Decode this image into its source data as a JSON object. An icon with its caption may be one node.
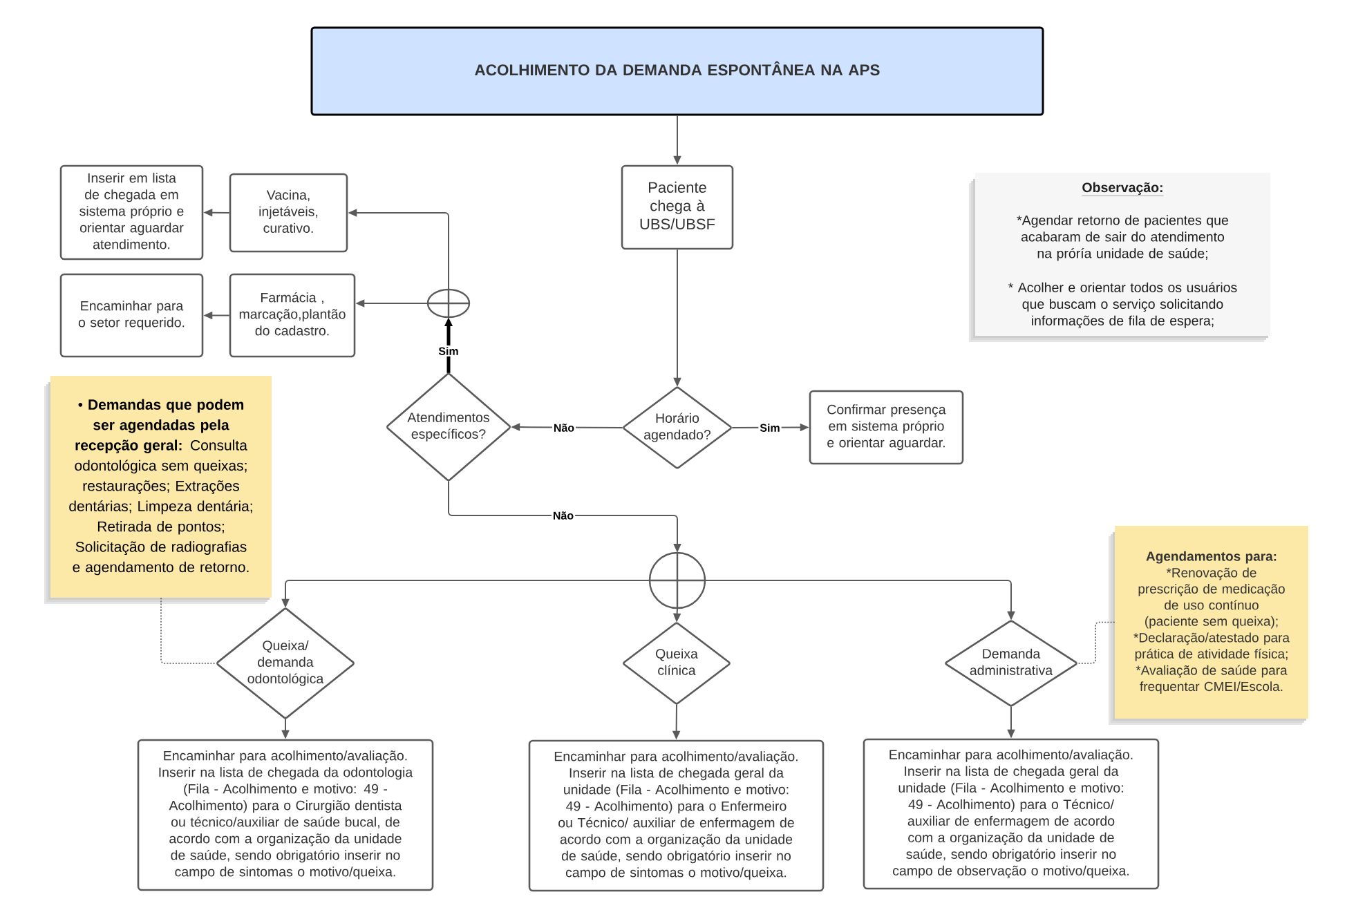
{
  "diagram": {
    "nodes": [
      {
        "text": [
          "ACOLHIMENTO DA DEMANDA ESPONTÂNEA NA APS"
        ]
      },
      {
        "text": [
          "Inserir em lista de chegada em sistema próprio e orientar aguardar atendimento."
        ]
      },
      {
        "text": [
          "Vacina, injetáveis, curativo."
        ]
      },
      {
        "text": [
          "Paciente chega à UBS/UBSF"
        ]
      },
      {
        "text": [
          "Observação:",
          "*Agendar retorno de pacientes que acabaram de sair do atendimento na próría unidade de saúde;",
          "* Acolher e orientar todos os usuários que buscam o serviço solicitando informações de fila de espera;"
        ]
      },
      {
        "text": [
          "Encaminhar para o setor requerido."
        ]
      },
      {
        "text": [
          "Farmácia , marcação,plantão do cadastro."
        ]
      },
      {
        "text": [],
        "shape": "circle"
      },
      {
        "text": [
          "• **Demandas que podem ser agendadas pela recepção geral:** Consulta odontológica sem queixas; restaurações; Extrações dentárias; Limpeza dentária; Retirada de pontos; Solicitação de radiografias e agendamento de retorno."
        ]
      },
      {
        "text": [
          "Atendimentos específicos?"
        ]
      },
      {
        "text": [
          "Horário agendado?"
        ]
      },
      {
        "text": [
          "Confirmar presença em sistema próprio e orientar aguardar."
        ]
      },
      {
        "text": [],
        "shape": "circle"
      },
      {
        "text": [
          "Agendamentos para:",
          "*Renovação de prescrição de medicação de uso contínuo (paciente sem queixa);",
          "*Declaração/atestado para prática de atividade física;",
          "*Avaliação de saúde para frequentar CMEI/Escola."
        ]
      },
      {
        "text": [
          "Queixa/ demanda odontológica"
        ]
      },
      {
        "text": [
          "Queixa clínica"
        ]
      },
      {
        "text": [
          "Demanda administrativa"
        ]
      },
      {
        "text": [
          "Encaminhar para acolhimento/avaliação. Inserir na lista de chegada da odontologia (Fila - Acolhimento e motivo: 49 - Acolhimento) para o Cirurgião dentista ou técnico/auxiliar de saúde bucal, de acordo com a organização da unidade de saúde, sendo obrigatório inserir no campo de sintomas o motivo/queixa."
        ]
      },
      {
        "text": [
          "Encaminhar para acolhimento/avaliação. Inserir na lista de chegada geral da unidade (Fila - Acolhimento e motivo: 49 - Acolhimento) para o Enfermeiro ou Técnico/ auxiliar de enfermagem de acordo com a organização da unidade de saúde, sendo obrigatório inserir no campo de sintomas o motivo/queixa."
        ]
      },
      {
        "text": [
          "Encaminhar para acolhimento/avaliação. Inserir na lista de chegada geral da unidade (Fila - Acolhimento e motivo: 49 - Acolhimento) para o Técnico/ auxiliar de enfermagem de acordo com a organização da unidade de saúde, sendo obrigatório inserir no campo de observação o motivo/queixa."
        ]
      }
    ],
    "edges": [
      {
        "from": 0,
        "to": 3,
        "arrow": "to"
      },
      {
        "from": 3,
        "to": 10,
        "arrow": "to"
      },
      {
        "from": 10,
        "to": 11,
        "arrow": "to",
        "label": "Sim"
      },
      {
        "from": 10,
        "to": 9,
        "arrow": "to",
        "label": "Não"
      },
      {
        "from": 9,
        "to": 7,
        "arrow": "to",
        "label": "Sim",
        "style": "thick",
        "color": "#000000"
      },
      {
        "from": 7,
        "to": 2,
        "arrow": "to"
      },
      {
        "from": 7,
        "to": 6,
        "arrow": "to"
      },
      {
        "from": 2,
        "to": 1,
        "arrow": "to"
      },
      {
        "from": 6,
        "to": 5,
        "arrow": "to"
      },
      {
        "from": 9,
        "to": 12,
        "arrow": "to",
        "label": "Não"
      },
      {
        "from": 12,
        "to": 14,
        "arrow": "to"
      },
      {
        "from": 12,
        "to": 15,
        "arrow": "to"
      },
      {
        "from": 12,
        "to": 16,
        "arrow": "to"
      },
      {
        "from": 14,
        "to": 17,
        "arrow": "to"
      },
      {
        "from": 15,
        "to": 18,
        "arrow": "to"
      },
      {
        "from": 16,
        "to": 19,
        "arrow": "to"
      },
      {
        "from": 8,
        "to": 14,
        "arrow": "none",
        "style": "dashed"
      },
      {
        "from": 13,
        "to": 16,
        "arrow": "none",
        "style": "dashed"
      }
    ]
  }
}
